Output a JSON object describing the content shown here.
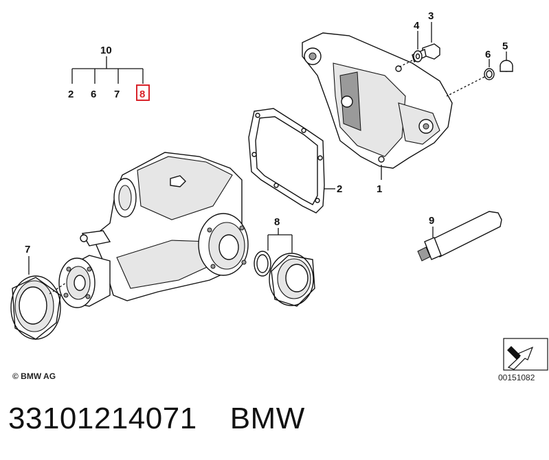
{
  "callouts": {
    "c10": "10",
    "c2_group": "2",
    "c6_group": "6",
    "c7_group": "7",
    "c8_group": "8",
    "c4": "4",
    "c3": "3",
    "c6": "6",
    "c5": "5",
    "c2": "2",
    "c1": "1",
    "c8": "8",
    "c9": "9",
    "c7": "7"
  },
  "highlighted_callout": "8",
  "colors": {
    "highlight": "#d8232a",
    "line": "#111111"
  },
  "copyright": "© BMW AG",
  "catalog_id": "00151082",
  "footer": {
    "part_number": "33101214071",
    "brand": "BMW"
  }
}
